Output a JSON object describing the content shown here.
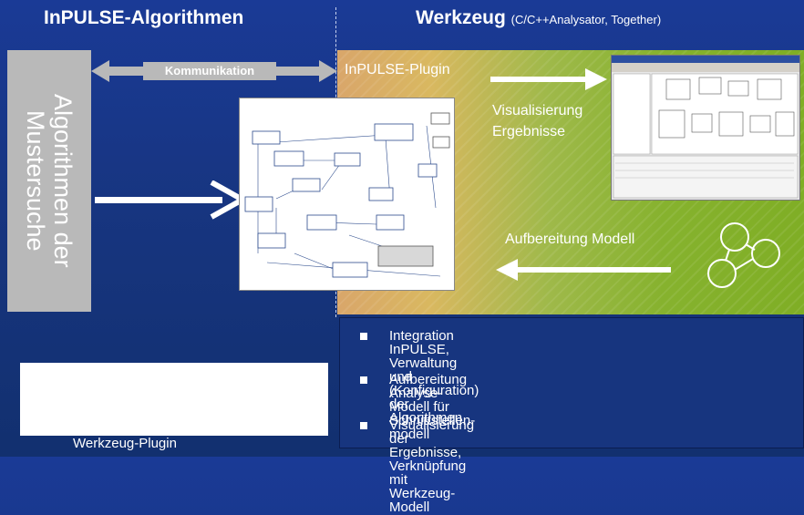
{
  "left_title": "InPULSE-Algorithmen",
  "right_title": "Werkzeug",
  "right_title_sub": "(C/C++Analysator, Together)",
  "algo_box_text": "Algorithmen der Mustersuche",
  "kommunikation": "Kommunikation",
  "plugin_label": "InPULSE-Plugin",
  "vis_label_1": "Visualisierung",
  "vis_label_2": "Ergebnisse",
  "aufb_label": "Aufbereitung Modell",
  "bullets": [
    "Integration InPULSE, Verwaltung und",
    "(Konfiguration) der Algorithmen",
    "Aufbereitung Analyse-Modell für Schnittstellen-",
    "modell",
    "Visualisierung der Ergebnisse, Verknüpfung mit",
    "Werkzeug-Modell"
  ],
  "werkzeug_plugin": "Werkzeug-Plugin",
  "colors": {
    "background": "#1a3a96",
    "gray_box": "#b9b9b9",
    "tool_green": "#86b22e",
    "tool_orange": "#d9a66a"
  },
  "icons": [
    "double-arrow-icon",
    "right-arrow-icon",
    "left-arrow-icon",
    "cycle-graph-icon"
  ]
}
